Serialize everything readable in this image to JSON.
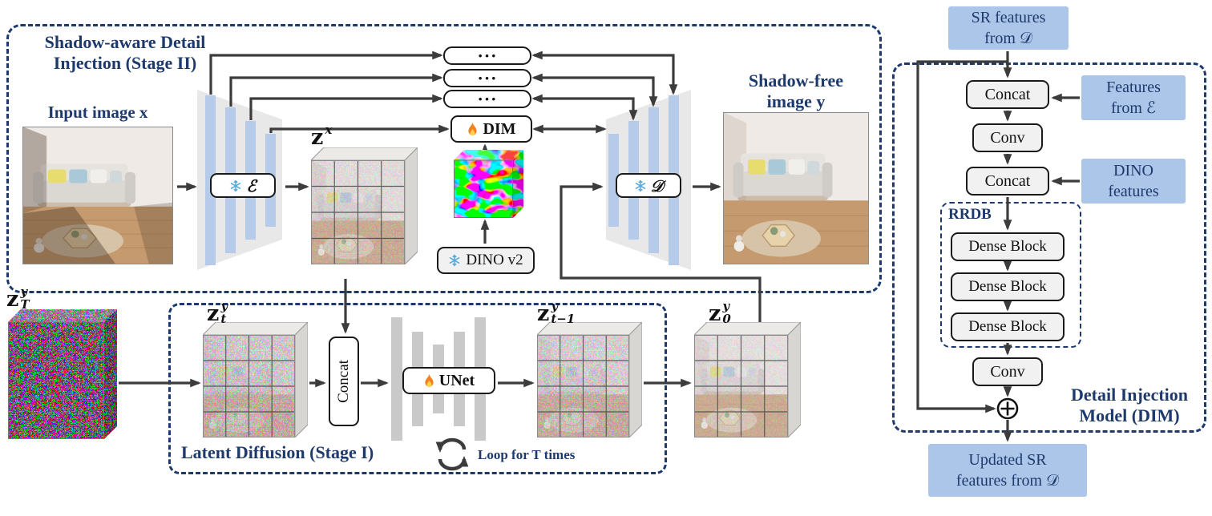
{
  "colors": {
    "navy": "#1e3a6d",
    "blue": "#abc6e8",
    "gray": "#f1f1f1",
    "arrow": "#3c3c3c",
    "bar": "#b5cbe9",
    "pane": "#e8e8e8"
  },
  "stage2": {
    "title1": "Shadow-aware Detail",
    "title2": "Injection (Stage II)",
    "input_label": "Input image x",
    "out1": "Shadow-free",
    "out2": "image y",
    "enc": "ℰ",
    "dec": "𝒟",
    "dim": "DIM",
    "dino": "DINO v2",
    "dots": "···",
    "zx": {
      "base": "z",
      "sup": "x"
    }
  },
  "stage1": {
    "title": "Latent Diffusion (Stage I)",
    "concat": "Concat",
    "unet": "UNet",
    "loop": "Loop for T times",
    "zT": {
      "base": "z",
      "sup": "y",
      "sub": "T"
    },
    "zt": {
      "base": "z",
      "sup": "y",
      "sub": "t"
    },
    "ztm1": {
      "base": "z",
      "sup": "y",
      "sub": "t−1"
    },
    "z0": {
      "base": "z",
      "sup": "y",
      "sub": "0"
    }
  },
  "dim_panel": {
    "sr1": "SR features",
    "sr2": "from 𝒟",
    "feat1": "Features",
    "feat2": "from ℰ",
    "dino1": "DINO",
    "dino2": "features",
    "concat1": "Concat",
    "conv1": "Conv",
    "concat2": "Concat",
    "rrdb": "RRDB",
    "dense": [
      "Dense Block",
      "Dense Block",
      "Dense Block"
    ],
    "conv2": "Conv",
    "upd1": "Updated SR",
    "upd2": "features from 𝒟",
    "title1": "Detail Injection",
    "title2": "Model (DIM)"
  }
}
